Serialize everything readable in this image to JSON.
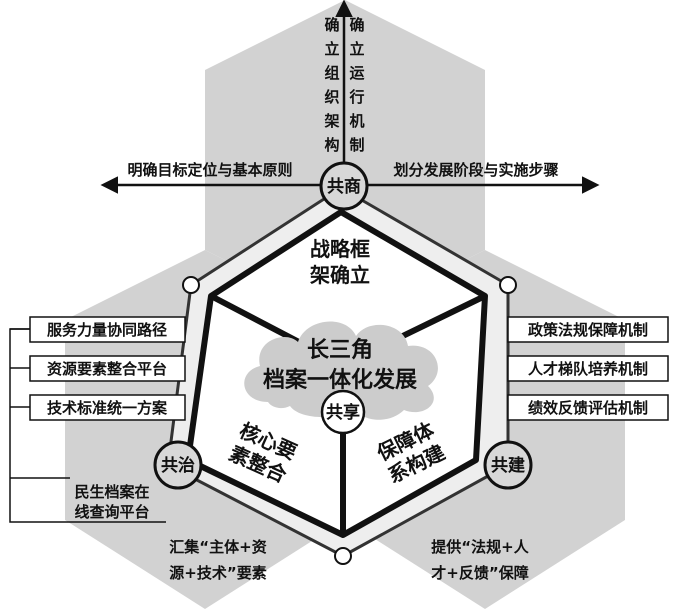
{
  "center": {
    "line1": "长三角",
    "line2": "档案一体化发展"
  },
  "nodes": {
    "top": "共商",
    "left": "共治",
    "right": "共建",
    "center": "共享"
  },
  "faces": {
    "top": {
      "line1": "战略框",
      "line2": "架确立"
    },
    "left": {
      "line1": "核心要",
      "line2": "素整合"
    },
    "right": {
      "line1": "保障体",
      "line2": "系构建"
    }
  },
  "top_branches": {
    "left_vertical": "确立组织架构",
    "right_vertical": "确立运行机制",
    "left_horizontal": "明确目标定位与基本原则",
    "right_horizontal": "划分发展阶段与实施步骤"
  },
  "left_items": [
    "服务力量协同路径",
    "资源要素整合平台",
    "技术标准统一方案"
  ],
  "left_extra": {
    "line1": "民生档案在",
    "line2": "线查询平台"
  },
  "right_items": [
    "政策法规保障机制",
    "人才梯队培养机制",
    "绩效反馈评估机制"
  ],
  "bottom_left": {
    "line1": "汇集“主体+资",
    "line2": "源+技术”要素"
  },
  "bottom_right": {
    "line1": "提供“法规+人",
    "line2": "才+反馈”保障"
  }
}
